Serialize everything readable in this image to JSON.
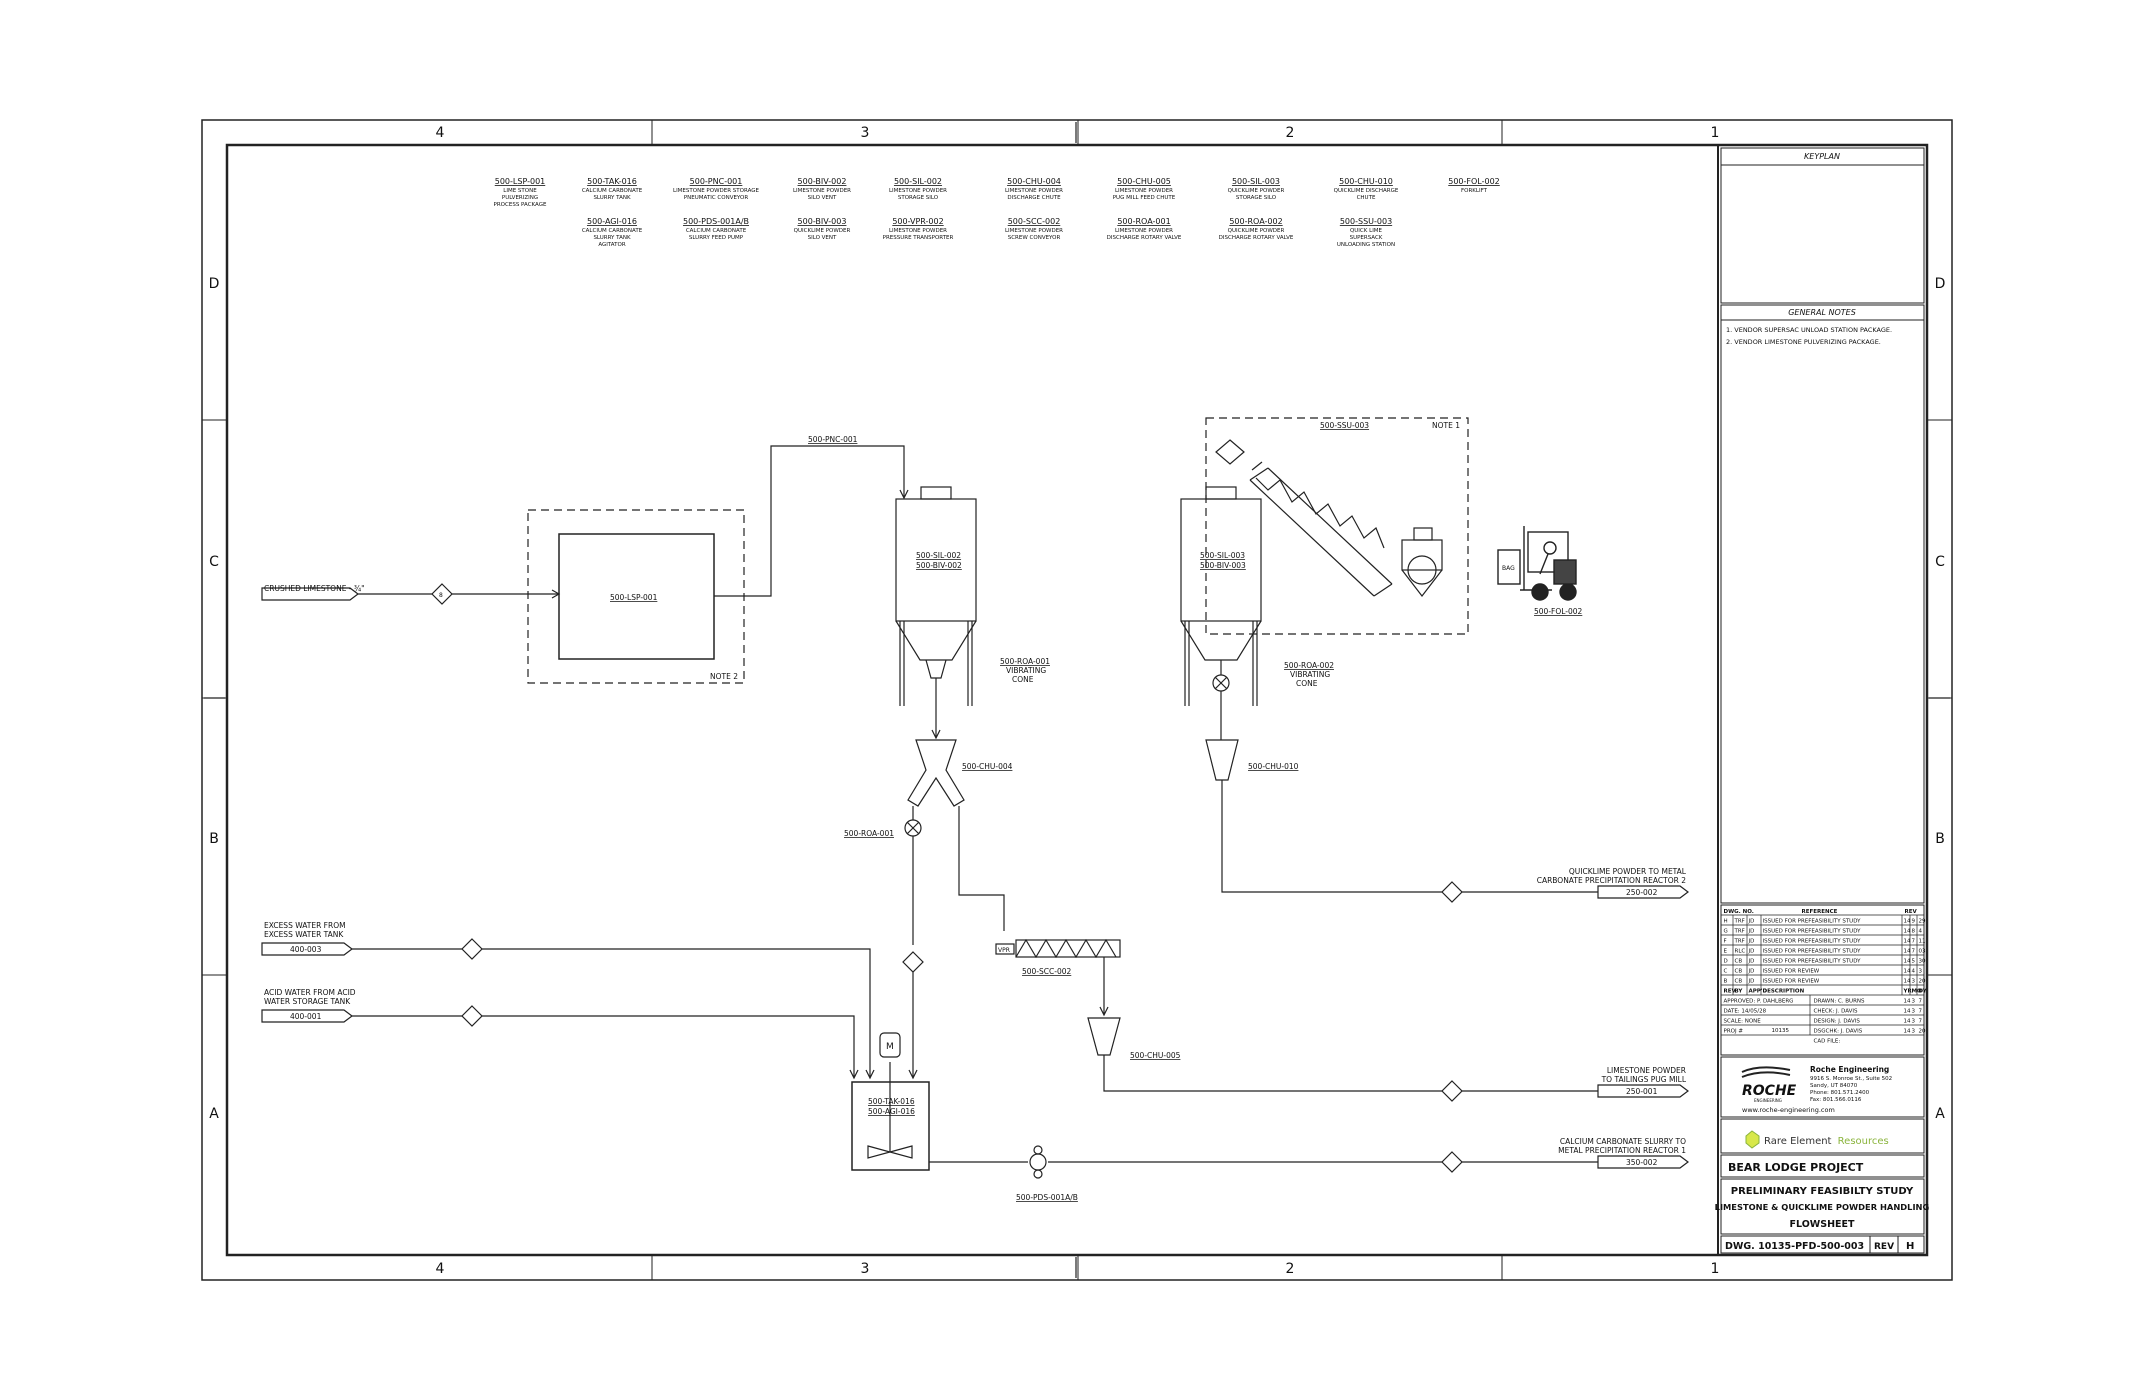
{
  "grid": {
    "columns": [
      "4",
      "3",
      "2",
      "1"
    ],
    "rows": [
      "D",
      "C",
      "B",
      "A"
    ]
  },
  "equipment_list": [
    {
      "tag": "500-LSP-001",
      "desc": [
        "LIME STONE",
        "PULVERIZING",
        "PROCESS PACKAGE"
      ]
    },
    {
      "tag": "500-TAK-016",
      "desc": [
        "CALCIUM CARBONATE",
        "SLURRY TANK"
      ]
    },
    {
      "tag": "500-AGI-016",
      "desc": [
        "CALCIUM CARBONATE",
        "SLURRY TANK",
        "AGITATOR"
      ]
    },
    {
      "tag": "500-PNC-001",
      "desc": [
        "LIMESTONE POWDER STORAGE",
        "PNEUMATIC CONVEYOR"
      ]
    },
    {
      "tag": "500-PDS-001A/B",
      "desc": [
        "CALCIUM CARBONATE",
        "SLURRY FEED PUMP"
      ]
    },
    {
      "tag": "500-BIV-002",
      "desc": [
        "LIMESTONE POWDER",
        "SILO VENT"
      ]
    },
    {
      "tag": "500-BIV-003",
      "desc": [
        "QUICKLIME POWDER",
        "SILO VENT"
      ]
    },
    {
      "tag": "500-SIL-002",
      "desc": [
        "LIMESTONE POWDER",
        "STORAGE SILO"
      ]
    },
    {
      "tag": "500-VPR-002",
      "desc": [
        "LIMESTONE POWDER",
        "PRESSURE TRANSPORTER"
      ]
    },
    {
      "tag": "500-CHU-004",
      "desc": [
        "LIMESTONE POWDER",
        "DISCHARGE CHUTE"
      ]
    },
    {
      "tag": "500-SCC-002",
      "desc": [
        "LIMESTONE POWDER",
        "SCREW CONVEYOR"
      ]
    },
    {
      "tag": "500-CHU-005",
      "desc": [
        "LIMESTONE POWDER",
        "PUG MILL FEED CHUTE"
      ]
    },
    {
      "tag": "500-ROA-001",
      "desc": [
        "LIMESTONE POWDER",
        "DISCHARGE ROTARY VALVE"
      ]
    },
    {
      "tag": "500-SIL-003",
      "desc": [
        "QUICKLIME POWDER",
        "STORAGE SILO"
      ]
    },
    {
      "tag": "500-ROA-002",
      "desc": [
        "QUICKLIME POWDER",
        "DISCHARGE ROTARY VALVE"
      ]
    },
    {
      "tag": "500-CHU-010",
      "desc": [
        "QUICKLIME DISCHARGE",
        "CHUTE"
      ]
    },
    {
      "tag": "500-SSU-003",
      "desc": [
        "QUICK LIME",
        "SUPERSACK",
        "UNLOADING STATION"
      ]
    },
    {
      "tag": "500-FOL-002",
      "desc": [
        "FORKLIFT"
      ]
    }
  ],
  "diagram": {
    "crushed_limestone": "CRUSHED LIMESTONE - ¾\"",
    "lsp_box": "500-LSP-001",
    "note_2": "NOTE 2",
    "note_1": "NOTE 1",
    "pnc_line": "500-PNC-001",
    "ssu_box": "500-SSU-003",
    "silo2_a": "500-SIL-002",
    "silo2_b": "500-BIV-002",
    "silo3_a": "500-SIL-003",
    "silo3_b": "500-BIV-003",
    "roa1_cone": [
      "500-ROA-001",
      "VIBRATING",
      "CONE"
    ],
    "roa2_cone": [
      "500-ROA-002",
      "VIBRATING",
      "CONE"
    ],
    "chu004": "500-CHU-004",
    "chu010": "500-CHU-010",
    "chu005": "500-CHU-005",
    "roa001": "500-ROA-001",
    "scc002": "500-SCC-002",
    "vpr_tag": "VPR",
    "fol002": "500-FOL-002",
    "bag": "BAG",
    "tank_a": "500-TAK-016",
    "tank_b": "500-AGI-016",
    "motor": "M",
    "pump": "500-PDS-001A/B",
    "excess_water": [
      "EXCESS WATER FROM",
      "EXCESS WATER TANK"
    ],
    "excess_water_tag": "400-003",
    "acid_water": [
      "ACID WATER FROM ACID",
      "WATER STORAGE TANK"
    ],
    "acid_water_tag": "400-001",
    "quicklime_out": [
      "QUICKLIME POWDER TO METAL",
      "CARBONATE PRECIPITATION REACTOR 2"
    ],
    "quicklime_tag": "250-002",
    "limestone_out": [
      "LIMESTONE POWDER",
      "TO TAILINGS PUG MILL"
    ],
    "limestone_tag": "250-001",
    "slurry_out": [
      "CALCIUM CARBONATE SLURRY TO",
      "METAL PRECIPITATION REACTOR 1"
    ],
    "slurry_tag": "350-002",
    "diamond": "8"
  },
  "keyplan": {
    "title": "KEYPLAN"
  },
  "general_notes": {
    "title": "GENERAL NOTES",
    "items": [
      "1.  VENDOR SUPERSAC UNLOAD STATION PACKAGE.",
      "2.  VENDOR LIMESTONE PULVERIZING PACKAGE."
    ]
  },
  "revisions": {
    "headers": [
      "DWG. NO.",
      "REFERENCE",
      "REV"
    ],
    "rows": [
      [
        "H",
        "TRF",
        "JD",
        "ISSUED FOR PREFEASIBILITY STUDY",
        "14",
        "9",
        "29"
      ],
      [
        "G",
        "TRF",
        "JD",
        "ISSUED FOR PREFEASIBILITY STUDY",
        "14",
        "8",
        "4"
      ],
      [
        "F",
        "TRF",
        "JD",
        "ISSUED FOR PREFEASIBILITY STUDY",
        "14",
        "7",
        "11"
      ],
      [
        "E",
        "RLC",
        "JD",
        "ISSUED FOR PREFEASIBILITY STUDY",
        "14",
        "7",
        "03"
      ],
      [
        "D",
        "CB",
        "JD",
        "ISSUED FOR PREFEASIBILITY STUDY",
        "14",
        "5",
        "30"
      ],
      [
        "C",
        "CB",
        "JD",
        "ISSUED FOR REVIEW",
        "14",
        "4",
        "3"
      ],
      [
        "B",
        "CB",
        "JD",
        "ISSUED FOR REVIEW",
        "14",
        "3",
        "20"
      ]
    ],
    "col_headers": [
      "REV",
      "BY",
      "APP'D",
      "DESCRIPTION",
      "YR",
      "MO",
      "DY"
    ]
  },
  "signoffs": [
    [
      "APPROVED: P. DAHLBERG",
      "DRAWN: C. BURNS",
      "14",
      "3",
      "7"
    ],
    [
      "DATE: 14/05/28",
      "CHECK: J. DAVIS",
      "14",
      "3",
      "7"
    ],
    [
      "SCALE: NONE",
      "DESIGN: J. DAVIS",
      "14",
      "3",
      "7"
    ],
    [
      "PROJ #",
      "DSGCHK: J. DAVIS",
      "14",
      "3",
      "20"
    ]
  ],
  "proj_no": "10135",
  "cad_file": "CAD FILE:",
  "company": {
    "logo": "ROCHE",
    "logo_sub": "ENGINEERING",
    "name": "Roche Engineering",
    "address1": "9916 S. Monroe St., Suite 502",
    "address2": "Sandy, UT 84070",
    "phone": "Phone: 801.571.2400",
    "fax": "Fax: 801.566.0116",
    "web": "www.roche-engineering.com"
  },
  "client": {
    "name": "Rare Element Resources",
    "name_a": "Rare Element",
    "name_b": "Resources",
    "color": "#8ab43c"
  },
  "project": "BEAR LODGE PROJECT",
  "title": {
    "line1": "PRELIMINARY FEASIBILTY STUDY",
    "line2": "LIMESTONE & QUICKLIME POWDER HANDLING",
    "line3": "FLOWSHEET"
  },
  "dwg": {
    "number": "DWG. 10135-PFD-500-003",
    "rev_label": "REV",
    "rev": "H"
  }
}
